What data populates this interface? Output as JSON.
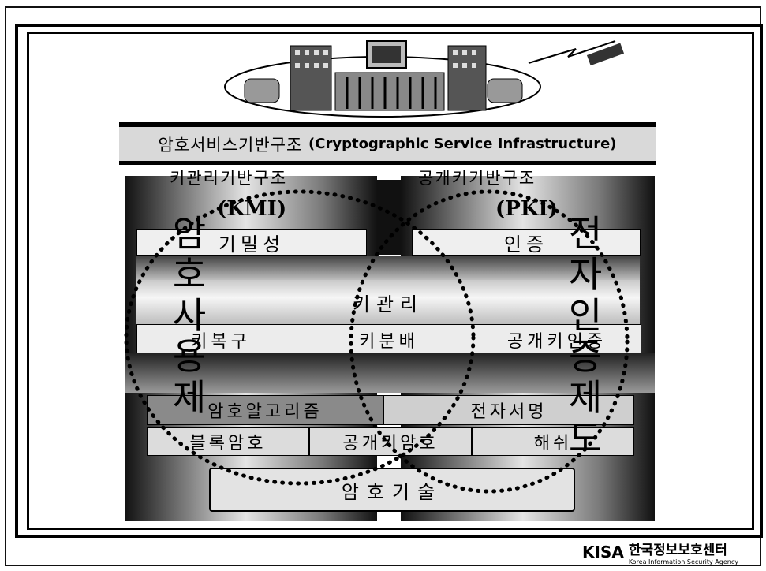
{
  "title": {
    "korean": "암호서비스기반구조",
    "english": "(Cryptographic Service Infrastructure)"
  },
  "sub_labels": {
    "left": "키관리기반구조",
    "right": "공개키기반구조"
  },
  "pillars": {
    "left_header": "(KMI)",
    "right_header": "(PKI)"
  },
  "top_boxes": {
    "left": "기밀성",
    "right": "인증"
  },
  "key_management": {
    "label": "키관리",
    "items": [
      "키복구",
      "키분배",
      "공개키인증"
    ]
  },
  "algorithms": {
    "left": "암호알고리즘",
    "right": "전자서명"
  },
  "primitives": [
    "블록암호",
    "공개키암호",
    "해쉬"
  ],
  "base": "암호기술",
  "vertical_labels": {
    "left": [
      "암",
      "호",
      "사",
      "용",
      "제"
    ],
    "right": [
      "전",
      "자",
      "인",
      "증",
      "제",
      "도"
    ]
  },
  "logo": {
    "mark": "KISA",
    "korean": "한국정보보호센터",
    "english": "Korea Information Security Agency"
  }
}
